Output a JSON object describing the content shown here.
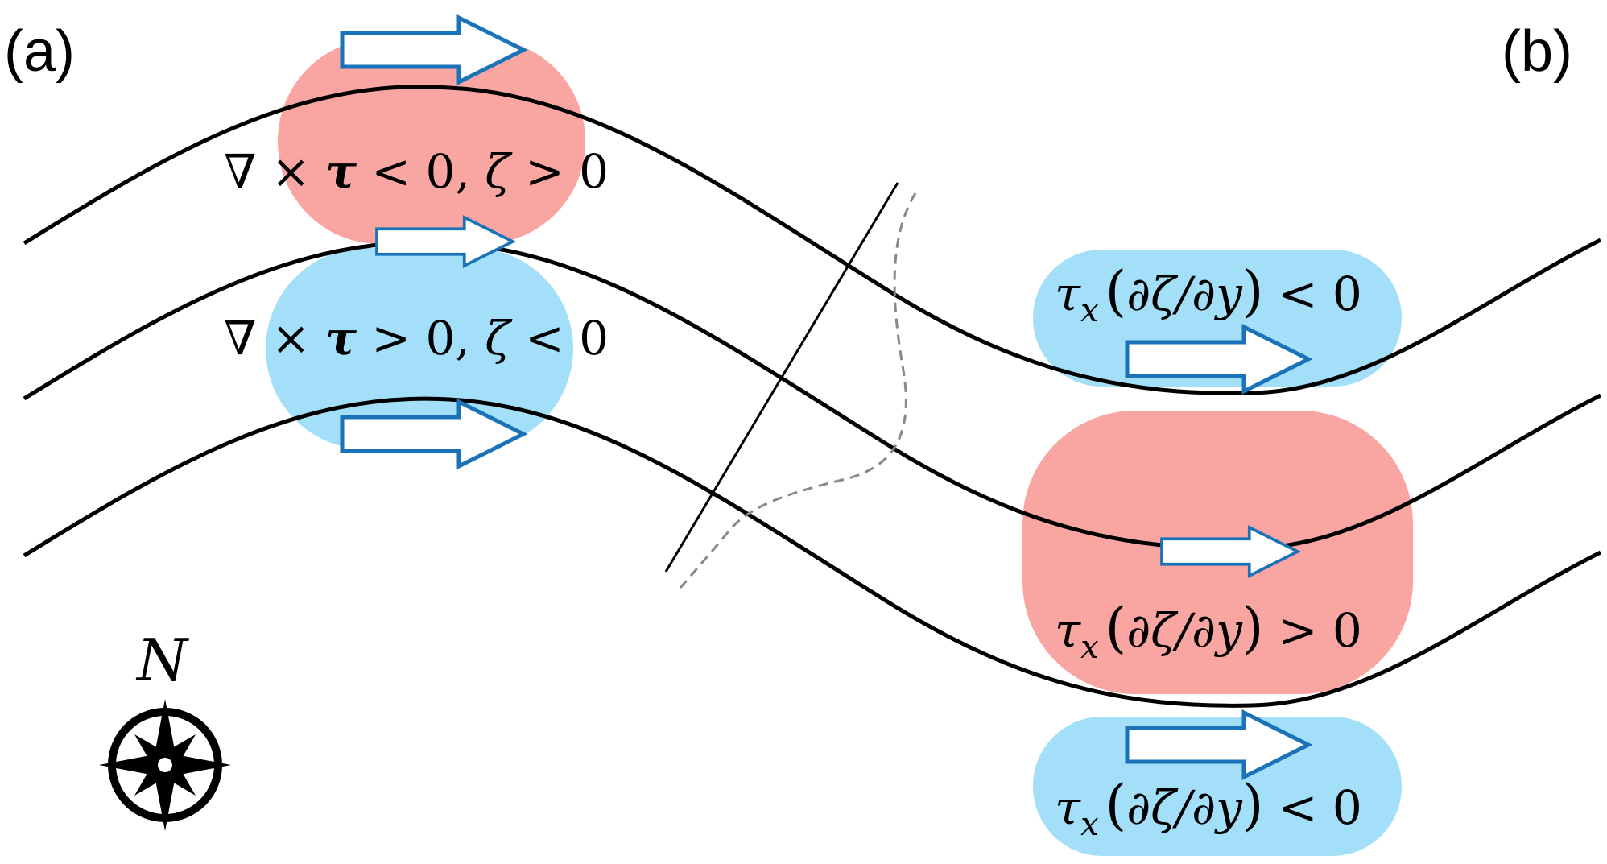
{
  "panels": {
    "a_label": "(a)",
    "b_label": "(b)"
  },
  "colors": {
    "positive_region": "#f9a6a2",
    "negative_region": "#a3dff8",
    "arrow_stroke": "#1a72b8",
    "arrow_fill": "#ffffff",
    "streamline": "#000000",
    "dashed": "#888888"
  },
  "annotations": {
    "panel_a_upper": {
      "prefix": "∇ × ",
      "bold_symbol": "τ",
      "middle": " < 0, ",
      "symbol": "ζ",
      "suffix": " > 0"
    },
    "panel_a_lower": {
      "prefix": "∇ × ",
      "bold_symbol": "τ",
      "middle": " > 0, ",
      "symbol": "ζ",
      "suffix": " < 0"
    },
    "panel_b_upper": {
      "tau": "τ",
      "sub": "x",
      "open": "(",
      "body": "∂ζ/∂y",
      "close": ")",
      "relation": " < 0"
    },
    "panel_b_middle": {
      "tau": "τ",
      "sub": "x",
      "open": "(",
      "body": "∂ζ/∂y",
      "close": ")",
      "relation": " > 0"
    },
    "panel_b_lower": {
      "tau": "τ",
      "sub": "x",
      "open": "(",
      "body": "∂ζ/∂y",
      "close": ")",
      "relation": " < 0"
    }
  },
  "compass": {
    "label": "N",
    "icon": "compass-rose-icon"
  }
}
